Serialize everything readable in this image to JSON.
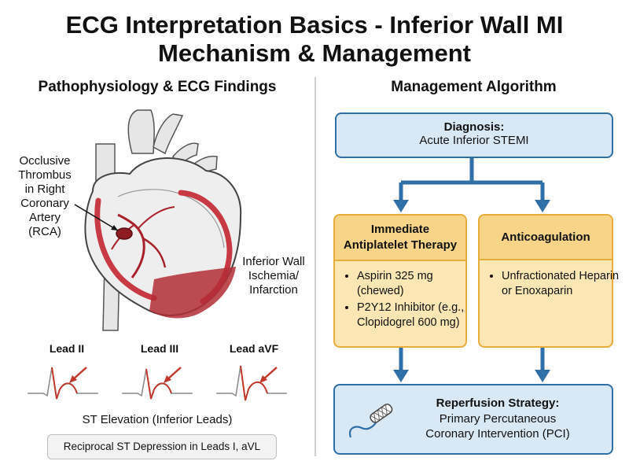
{
  "title_line1": "ECG Interpretation Basics - Inferior Wall MI",
  "title_line2": "Mechanism & Management",
  "left": {
    "heading": "Pathophysiology & ECG Findings",
    "thrombus_label": [
      "Occlusive",
      "Thrombus",
      "in Right",
      "Coronary",
      "Artery",
      "(RCA)"
    ],
    "ischemia_label": [
      "Inferior Wall",
      "Ischemia/",
      "Infarction"
    ],
    "leads": [
      "Lead II",
      "Lead III",
      "Lead aVF"
    ],
    "st_caption": "ST Elevation (Inferior Leads)",
    "reciprocal": "Reciprocal ST Depression in Leads I, aVL"
  },
  "right": {
    "heading": "Management Algorithm",
    "diagnosis": {
      "title": "Diagnosis:",
      "text": "Acute Inferior STEMI"
    },
    "antiplatelet": {
      "title_line1": "Immediate",
      "title_line2": "Antiplatelet Therapy",
      "items": [
        "Aspirin 325 mg (chewed)",
        "P2Y12 Inhibitor (e.g., Clopidogrel 600 mg)"
      ]
    },
    "anticoagulation": {
      "title": "Anticoagulation",
      "items": [
        "Unfractionated Heparin or Enoxaparin"
      ]
    },
    "reperfusion": {
      "title": "Reperfusion Strategy:",
      "line1": "Primary Percutaneous",
      "line2": "Coronary Intervention (PCI)"
    }
  },
  "colors": {
    "blue_border": "#2f6fa8",
    "blue_fill": "#d9e8f5",
    "orange_border": "#e7ad3b",
    "orange_fill": "#fbe6b4",
    "infarct_red": "#b32d35",
    "ecg_red": "#c0392b"
  }
}
